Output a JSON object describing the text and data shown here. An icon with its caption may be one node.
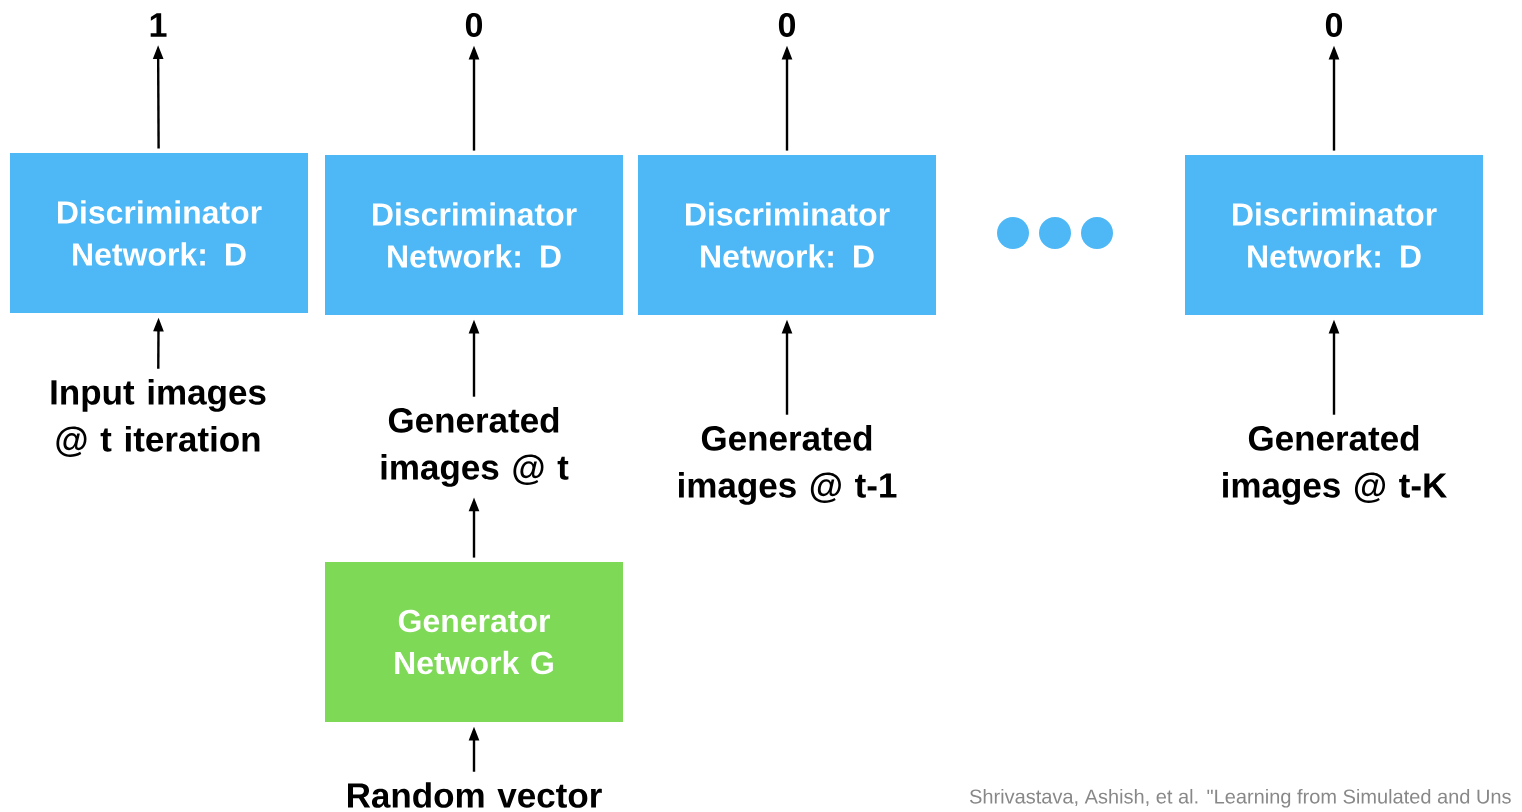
{
  "diagram": {
    "nodes": [
      {
        "text": [
          "1"
        ]
      },
      {
        "text": [
          "0"
        ]
      },
      {
        "text": [
          "0"
        ]
      },
      {
        "text": [
          "0"
        ]
      },
      {
        "text": [
          "Discriminator Network: D"
        ]
      },
      {
        "text": [
          "Discriminator Network: D"
        ]
      },
      {
        "text": [
          "Discriminator Network: D"
        ]
      },
      {
        "text": [
          "Discriminator Network: D"
        ]
      },
      {
        "text": [
          "Input images @ t iteration"
        ]
      },
      {
        "text": [
          "Generated images @ t"
        ]
      },
      {
        "text": [
          "Generated images @ t-1"
        ]
      },
      {
        "text": [
          "Generated images @ t-K"
        ]
      },
      {
        "text": [
          "Generator Network G"
        ]
      },
      {
        "text": [
          "Random vector"
        ]
      }
    ],
    "edges": [
      {
        "from": 4,
        "to": 0,
        "arrow": "to"
      },
      {
        "from": 5,
        "to": 1,
        "arrow": "to"
      },
      {
        "from": 6,
        "to": 2,
        "arrow": "to"
      },
      {
        "from": 7,
        "to": 3,
        "arrow": "to"
      },
      {
        "from": 8,
        "to": 4,
        "arrow": "to"
      },
      {
        "from": 9,
        "to": 5,
        "arrow": "to"
      },
      {
        "from": 10,
        "to": 6,
        "arrow": "to"
      },
      {
        "from": 11,
        "to": 7,
        "arrow": "to"
      },
      {
        "from": 12,
        "to": 9,
        "arrow": "to"
      },
      {
        "from": 13,
        "to": 12,
        "arrow": "to"
      }
    ],
    "labels": [
      "Shrivastava, Ashish, et al. \"Learning from Simulated and Uns"
    ]
  }
}
